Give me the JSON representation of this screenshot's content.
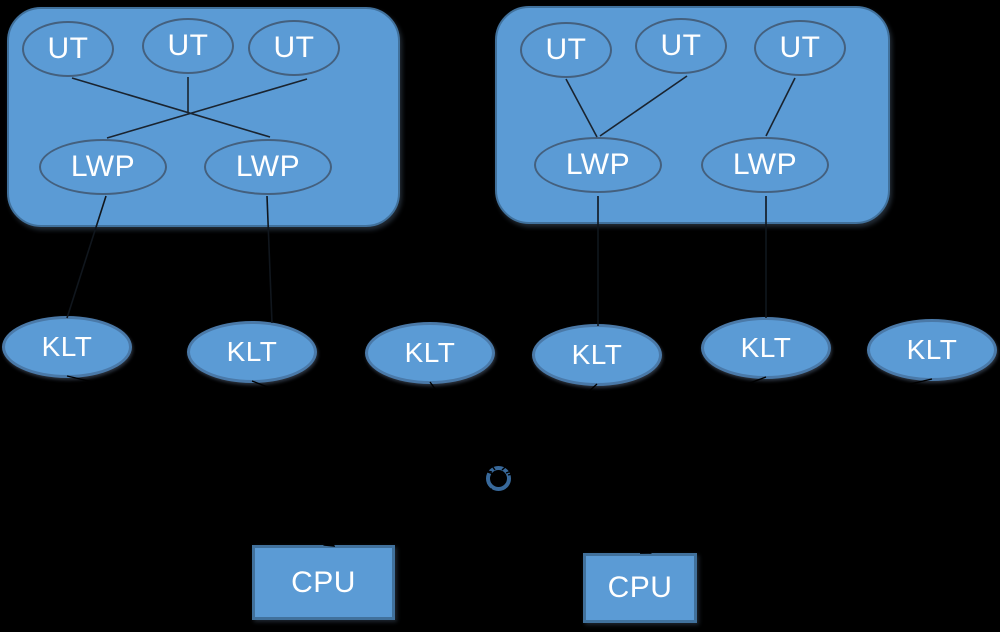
{
  "colors": {
    "background": "#000000",
    "process_fill": "#5b9bd5",
    "process_border": "#41719c",
    "thread_outline": "#44607e",
    "klt_border": "#4a79a8",
    "in_panel_connector": "#1a2430",
    "hidden_connector": "#000000",
    "scheduler_ring": "#38699b",
    "text": "#ffffff"
  },
  "left_process": {
    "user_threads": [
      {
        "label": "UT"
      },
      {
        "label": "UT"
      },
      {
        "label": "UT"
      }
    ],
    "lwps": [
      {
        "label": "LWP"
      },
      {
        "label": "LWP"
      }
    ]
  },
  "right_process": {
    "user_threads": [
      {
        "label": "UT"
      },
      {
        "label": "UT"
      },
      {
        "label": "UT"
      }
    ],
    "lwps": [
      {
        "label": "LWP"
      },
      {
        "label": "LWP"
      }
    ]
  },
  "kernel_threads": [
    {
      "label": "KLT"
    },
    {
      "label": "KLT"
    },
    {
      "label": "KLT"
    },
    {
      "label": "KLT"
    },
    {
      "label": "KLT"
    },
    {
      "label": "KLT"
    }
  ],
  "cpus": [
    {
      "label": "CPU"
    },
    {
      "label": "CPU"
    }
  ],
  "edges": {
    "left_process": [
      "UT1->LWP2",
      "UT2->junction(LWP1,LWP2)",
      "UT3->LWP1"
    ],
    "right_process": [
      "UT1->LWP1",
      "UT2->LWP1",
      "UT3->LWP2"
    ],
    "lwp_to_klt": [
      "left.LWP1->KLT1",
      "left.LWP2->KLT2",
      "right.LWP1->KLT4",
      "right.LWP2->KLT5"
    ],
    "klt_to_scheduler": [
      "KLT1",
      "KLT2",
      "KLT3",
      "KLT4",
      "KLT5",
      "KLT6"
    ],
    "scheduler_to_cpu": [
      "CPU1",
      "CPU2"
    ]
  }
}
